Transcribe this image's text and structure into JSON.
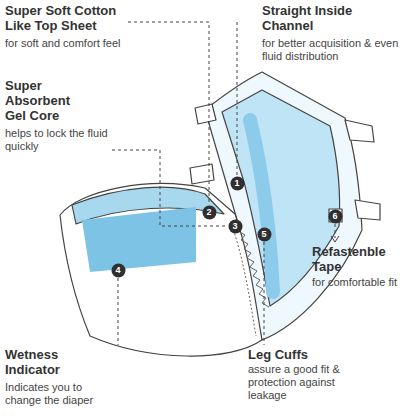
{
  "diagram": {
    "nodes": [
      {
        "text": [
          "1"
        ]
      },
      {
        "text": [
          "2"
        ]
      },
      {
        "text": [
          "3"
        ]
      },
      {
        "text": [
          "4"
        ]
      },
      {
        "text": [
          "5"
        ]
      },
      {
        "text": [
          "6"
        ]
      }
    ],
    "labels": [
      "Super Soft Cotton Like Top Sheet",
      "for soft and comfort feel",
      "Straight Inside Channel",
      "for better acquisition & even fluid distribution",
      "Super Absorbent Gel Core",
      "helps to lock the fluid quickly",
      "Refastenble Tape",
      "for comfortable fit",
      "Wetness Indicator",
      "Indicates you to change the diaper",
      "Leg Cuffs",
      "assure a good fit & protection against leakage"
    ]
  }
}
